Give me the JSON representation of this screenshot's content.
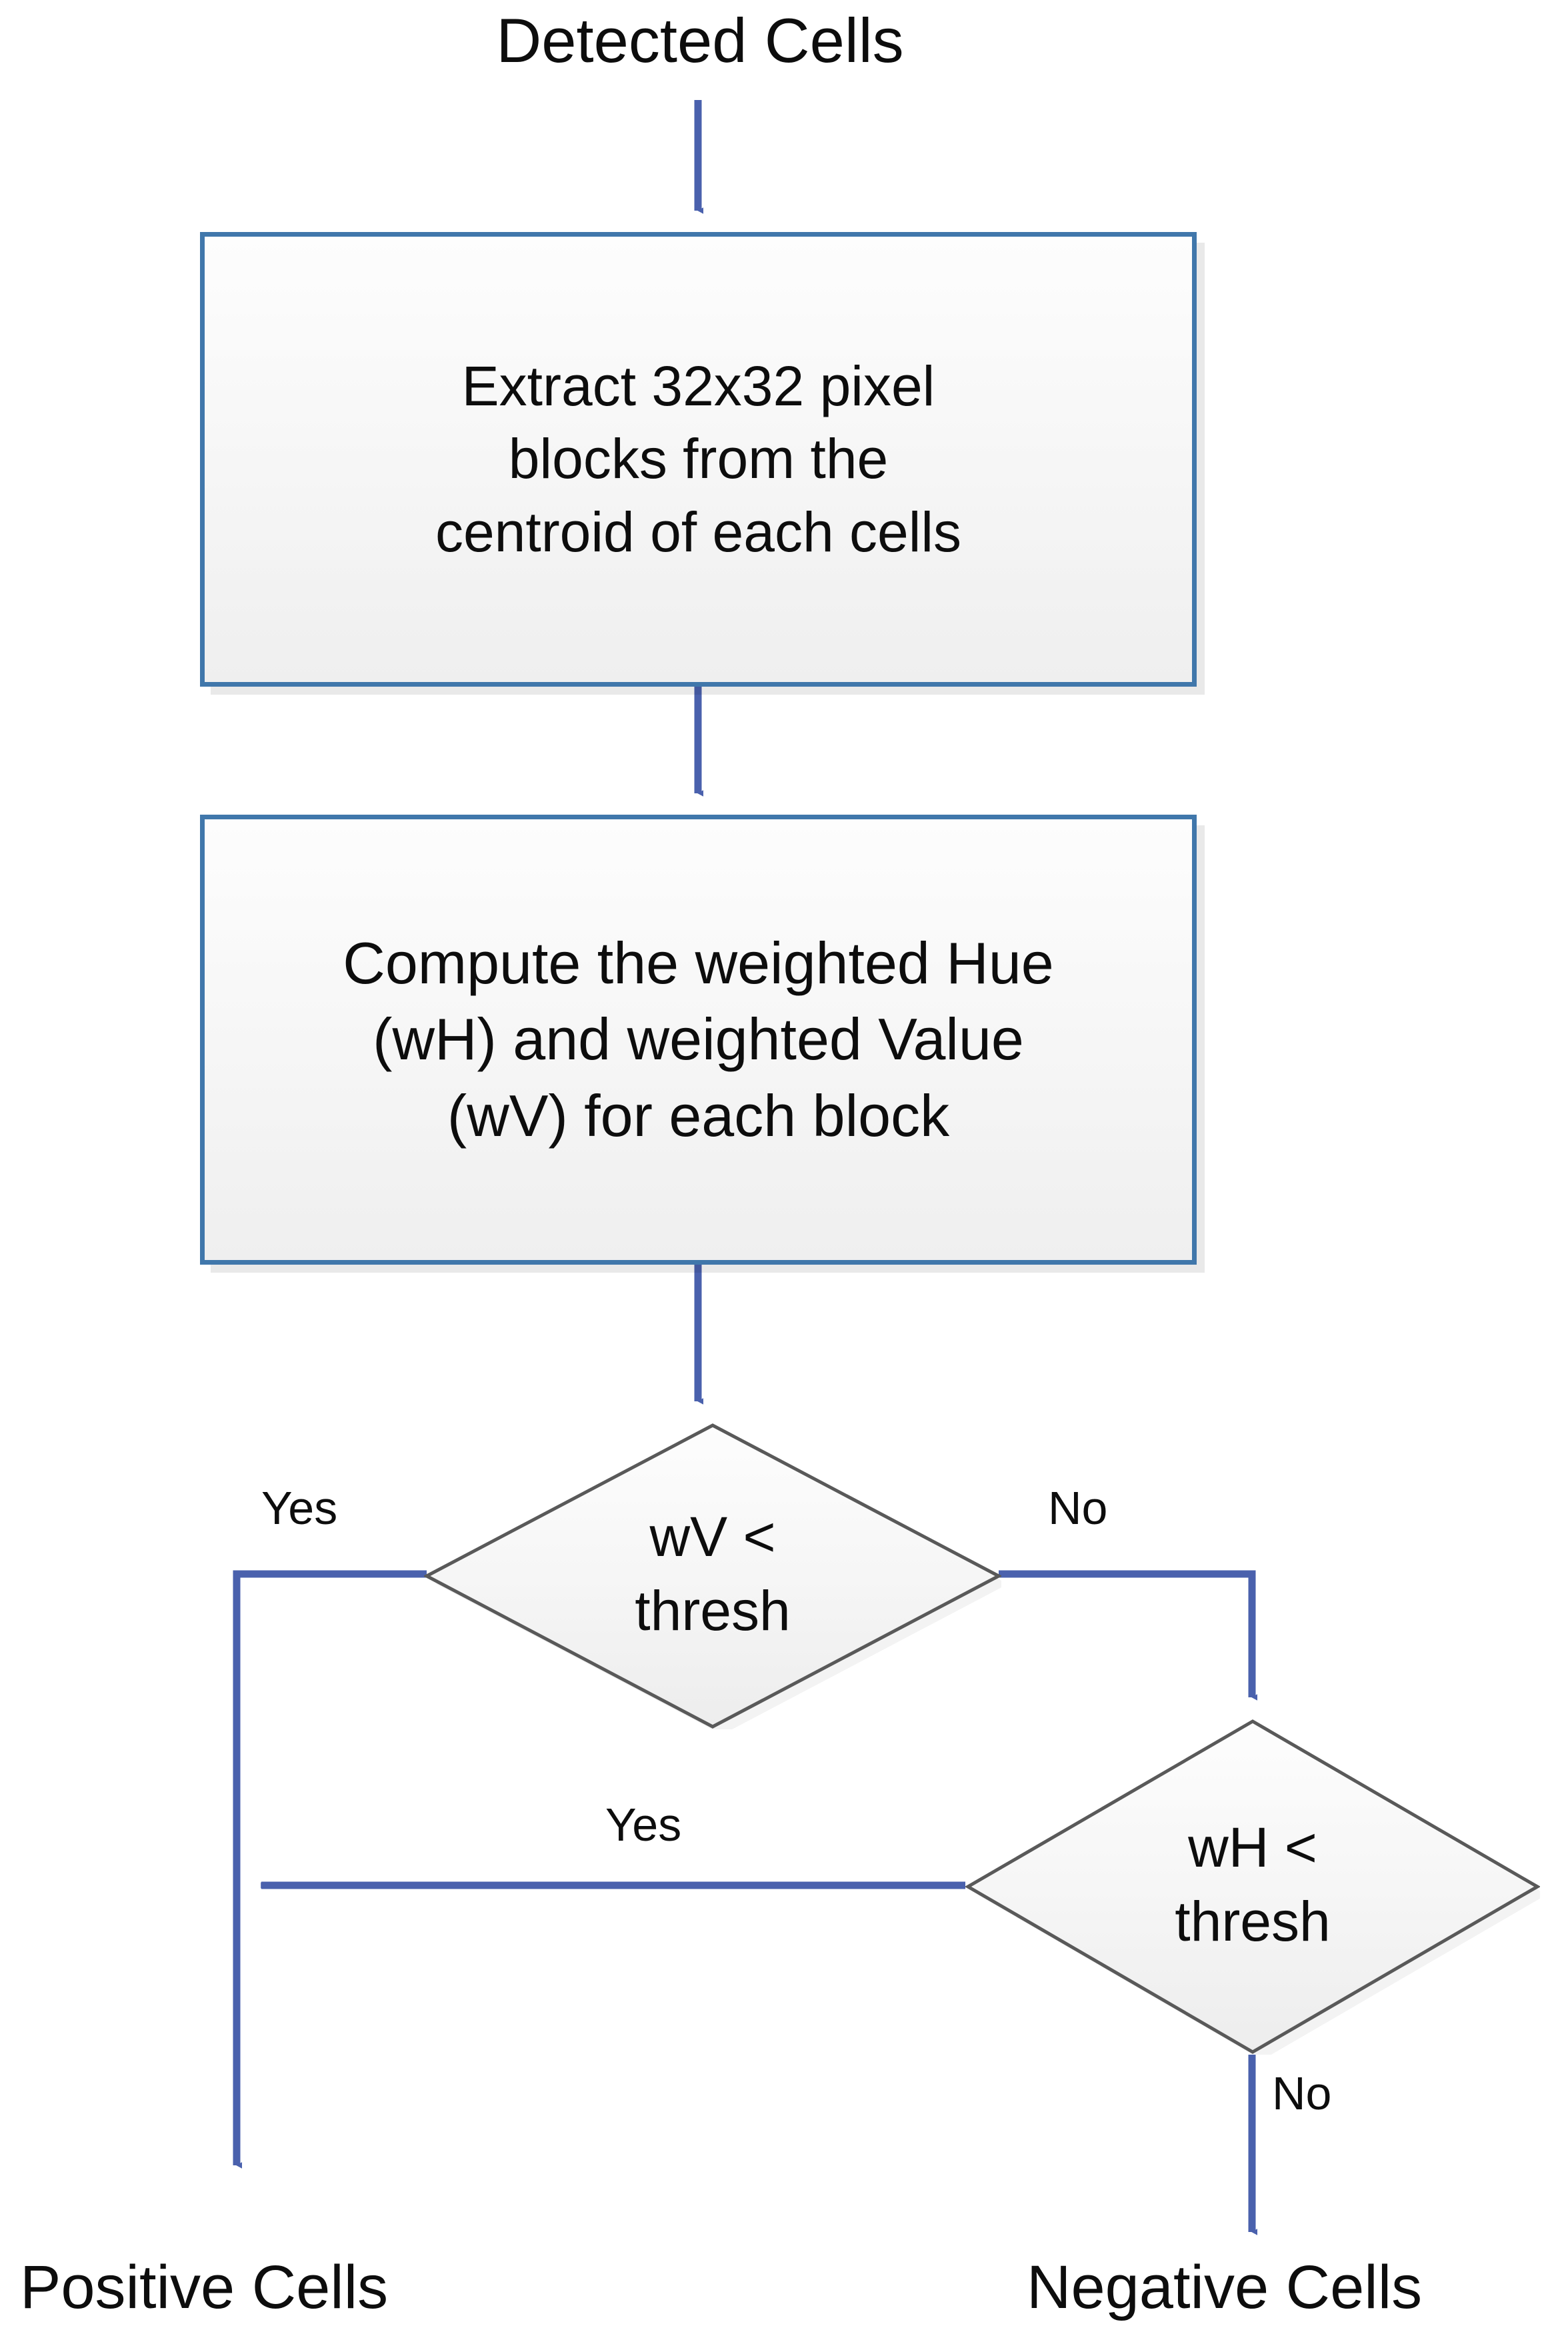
{
  "diagram": {
    "title": "Detected Cells",
    "type": "flowchart",
    "colors": {
      "box_border": "#4077ab",
      "box_fill": "#f4f4f4",
      "connector": "#4a61ad",
      "diamond_border": "#595959",
      "diamond_fill": "#f2f2f2",
      "text": "#0d0d0d",
      "shadow": "#e6e6e6"
    },
    "nodes": {
      "start": {
        "id": "detected-cells",
        "shape": "text",
        "label": "Detected Cells"
      },
      "process_extract": {
        "id": "extract-blocks",
        "shape": "rectangle",
        "label": "Extract 32x32 pixel\nblocks from the\ncentroid of each cells",
        "lines": [
          "Extract 32x32 pixel",
          "blocks from the",
          "centroid of each cells"
        ]
      },
      "process_compute": {
        "id": "compute-weighted",
        "shape": "rectangle",
        "label": "Compute the weighted Hue\n(wH) and weighted Value\n(wV) for each block",
        "lines": [
          "Compute the weighted Hue",
          "(wH) and weighted Value",
          "(wV) for each block"
        ]
      },
      "decision_wv": {
        "id": "wv-threshold",
        "shape": "diamond",
        "label": "wV <\nthresh",
        "lines": [
          "wV <",
          "thresh"
        ]
      },
      "decision_wh": {
        "id": "wh-threshold",
        "shape": "diamond",
        "label": "wH <\nthresh",
        "lines": [
          "wH <",
          "thresh"
        ]
      },
      "end_positive": {
        "id": "positive-cells",
        "shape": "text",
        "label": "Positive Cells"
      },
      "end_negative": {
        "id": "negative-cells",
        "shape": "text",
        "label": "Negative Cells"
      }
    },
    "branch_labels": {
      "wv_yes": "Yes",
      "wv_no": "No",
      "wh_yes": "Yes",
      "wh_no": "No"
    },
    "edges": [
      {
        "from": "detected-cells",
        "to": "extract-blocks",
        "label": "",
        "direction": "down"
      },
      {
        "from": "extract-blocks",
        "to": "compute-weighted",
        "label": "",
        "direction": "down"
      },
      {
        "from": "compute-weighted",
        "to": "wv-threshold",
        "label": "",
        "direction": "down"
      },
      {
        "from": "wv-threshold",
        "to": "positive-cells",
        "label": "Yes",
        "direction": "left-down"
      },
      {
        "from": "wv-threshold",
        "to": "wh-threshold",
        "label": "No",
        "direction": "right-down"
      },
      {
        "from": "wh-threshold",
        "to": "positive-cells",
        "label": "Yes",
        "direction": "left"
      },
      {
        "from": "wh-threshold",
        "to": "negative-cells",
        "label": "No",
        "direction": "down"
      }
    ]
  }
}
